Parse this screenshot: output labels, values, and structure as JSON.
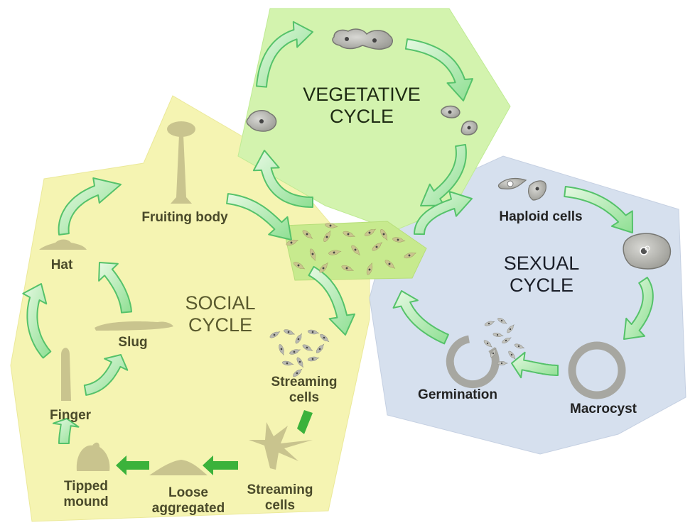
{
  "cycles": {
    "vegetative": {
      "title_line1": "VEGETATIVE",
      "title_line2": "CYCLE",
      "color": "#d3f3ae"
    },
    "social": {
      "title_line1": "SOCIAL",
      "title_line2": "CYCLE",
      "color": "#f5f4b2"
    },
    "sexual": {
      "title_line1": "SEXUAL",
      "title_line2": "CYCLE",
      "color": "#d6e0ee"
    }
  },
  "labels": {
    "fruiting_body": "Fruiting body",
    "hat": "Hat",
    "slug": "Slug",
    "finger": "Finger",
    "tipped_mound_1": "Tipped",
    "tipped_mound_2": "mound",
    "loose_aggregated_1": "Loose",
    "loose_aggregated_2": "aggregated",
    "streaming_cells_lower_1": "Streaming",
    "streaming_cells_lower_2": "cells",
    "streaming_cells_upper_1": "Streaming",
    "streaming_cells_upper_2": "cells",
    "haploid_cells": "Haploid cells",
    "germination": "Germination",
    "macrocyst": "Macrocyst"
  },
  "colors": {
    "arrow_light": "#a6e8a2",
    "arrow_outline": "#55c26a",
    "arrow_solid": "#3bb23b",
    "shape_fill": "#c9c48e",
    "cell_fill": "#b6b6b0",
    "overlap_fill": "#c7ea8e"
  }
}
